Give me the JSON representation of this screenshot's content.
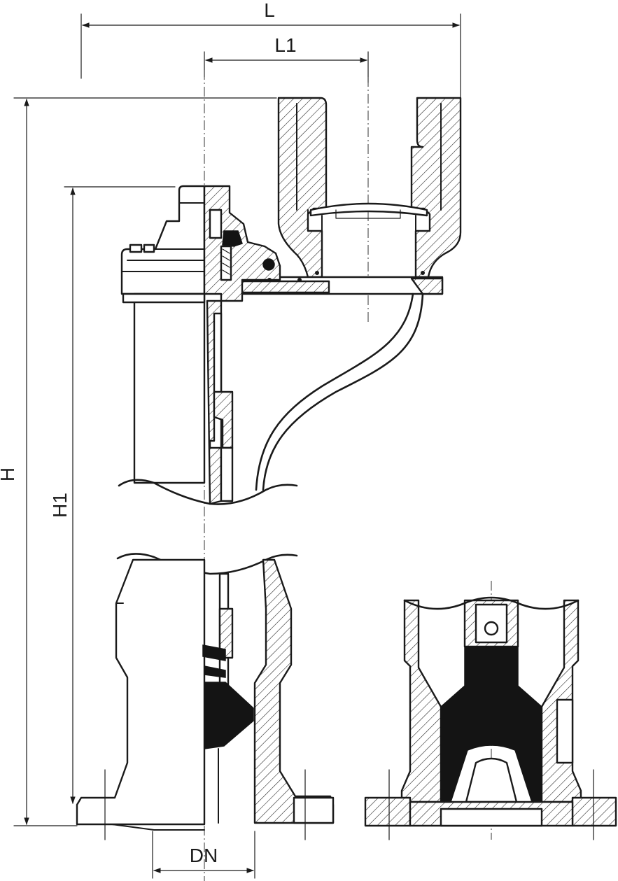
{
  "dimensions": {
    "overall_length": "L",
    "outlet_offset": "L1",
    "overall_height": "H",
    "inlet_height": "H1",
    "nominal_diameter": "DN"
  },
  "colors": {
    "line": "#1a1a1a",
    "fill_dark": "#141414",
    "background": "#ffffff"
  }
}
